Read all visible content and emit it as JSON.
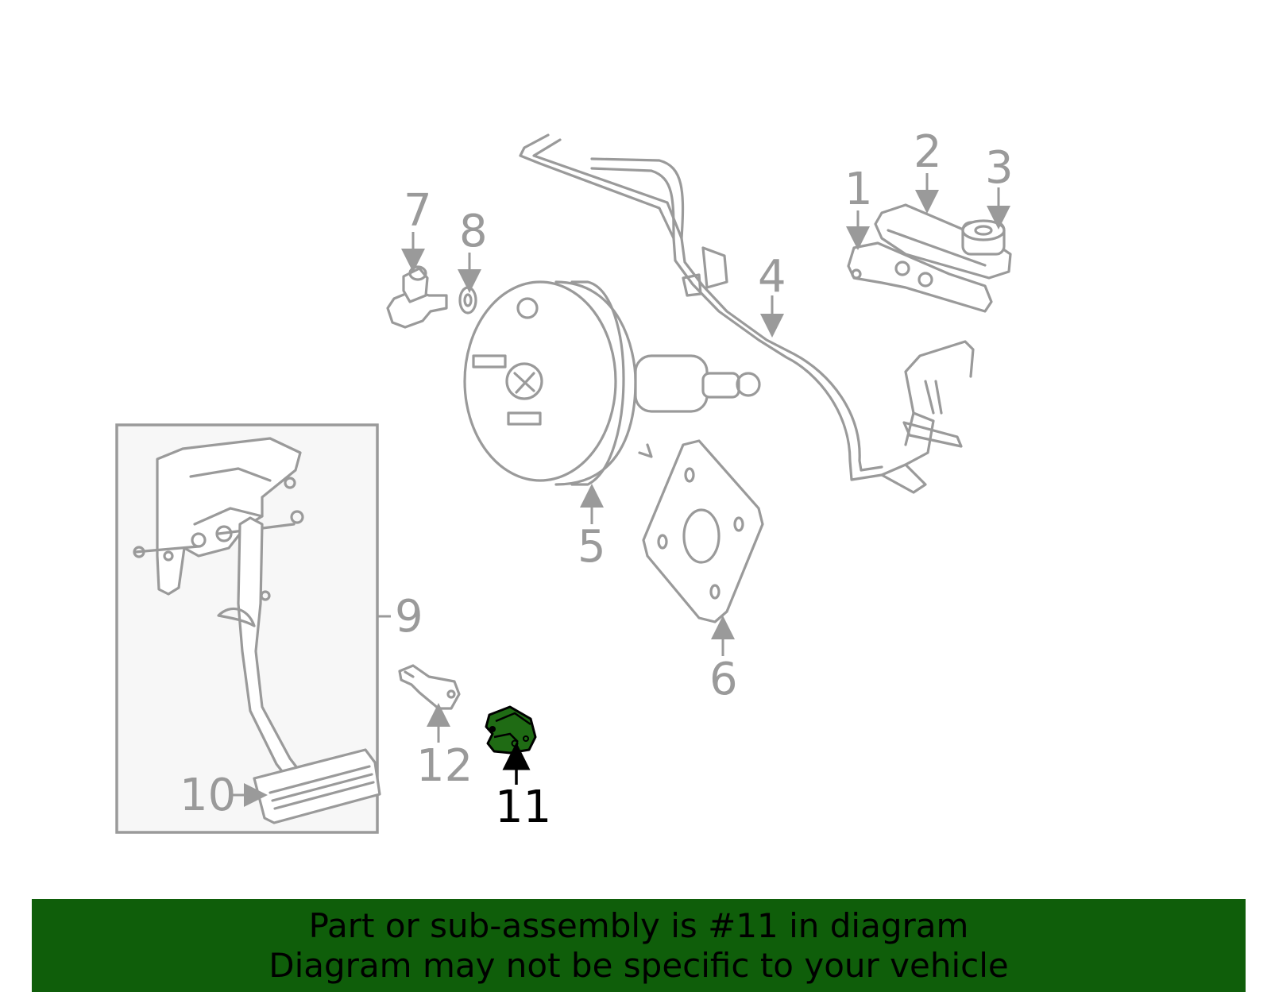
{
  "callouts": {
    "c1": "1",
    "c2": "2",
    "c3": "3",
    "c4": "4",
    "c5": "5",
    "c6": "6",
    "c7": "7",
    "c8": "8",
    "c9": "9",
    "c10": "10",
    "c11": "11",
    "c12": "12"
  },
  "highlight": {
    "part": "11",
    "color": "#1f6b14"
  },
  "banner": {
    "line1": "Part or sub-assembly is #11 in diagram",
    "line2": "Diagram may not be specific to your vehicle",
    "background": "#0f5e0a"
  }
}
